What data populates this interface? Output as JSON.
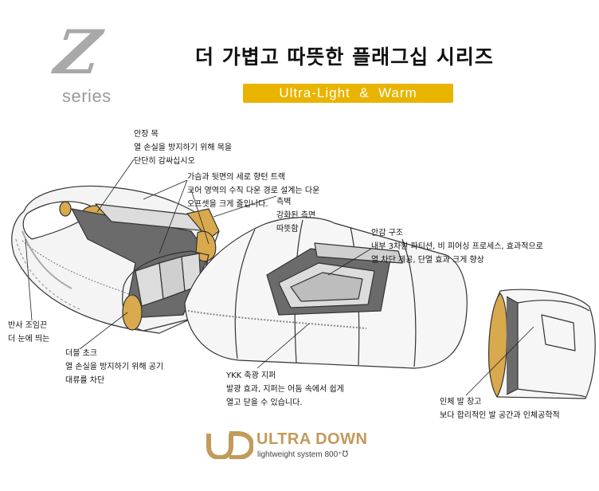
{
  "logo": {
    "mark": "Z",
    "word": "series"
  },
  "header": {
    "title": "더 가볍고 따뜻한 플래그십 시리즈",
    "subtitle": "Ultra-Light  &  Warm"
  },
  "callouts": {
    "hood_collar": "안장 목\n열 손실을 방지하기 위해 목을\n단단히 감싸십시오",
    "baffles": "가슴과 뒷면의 세로 향턴 트랙\n코어 영역의 수직 다운 경로 설계는 다운\n오프셋을 크게 줄입니다.",
    "side": "측벽\n강화된 측면\n따뜻함",
    "inner": "안감 구조\n내부 3차원 파티션, 비 피어싱 프로세스, 효과적으로\n열 차단 제공, 단열 효과 크게 향상",
    "drawcord": "반사 조임끈\n더 눈에 띄는",
    "draft_tube": "더블 초크\n열 손실을 방지하기 위해 공기\n대류를 차단",
    "zipper": "YKK 축광 지퍼\n발광 효과, 지퍼는 어둠 속에서 쉽게\n열고 닫을 수 있습니다.",
    "foot": "인체 발 창고\n보다 합리적인 발 공간과 인체공학적"
  },
  "brand": {
    "mark": "UD",
    "name": "ULTRA DOWN",
    "tagline": "lightweight system  800⁺℧"
  },
  "colors": {
    "accent": "#e9b400",
    "brand": "#c29a5a",
    "baffle_dark": "#6b6b6b",
    "baffle_gold": "#d9a94e"
  }
}
